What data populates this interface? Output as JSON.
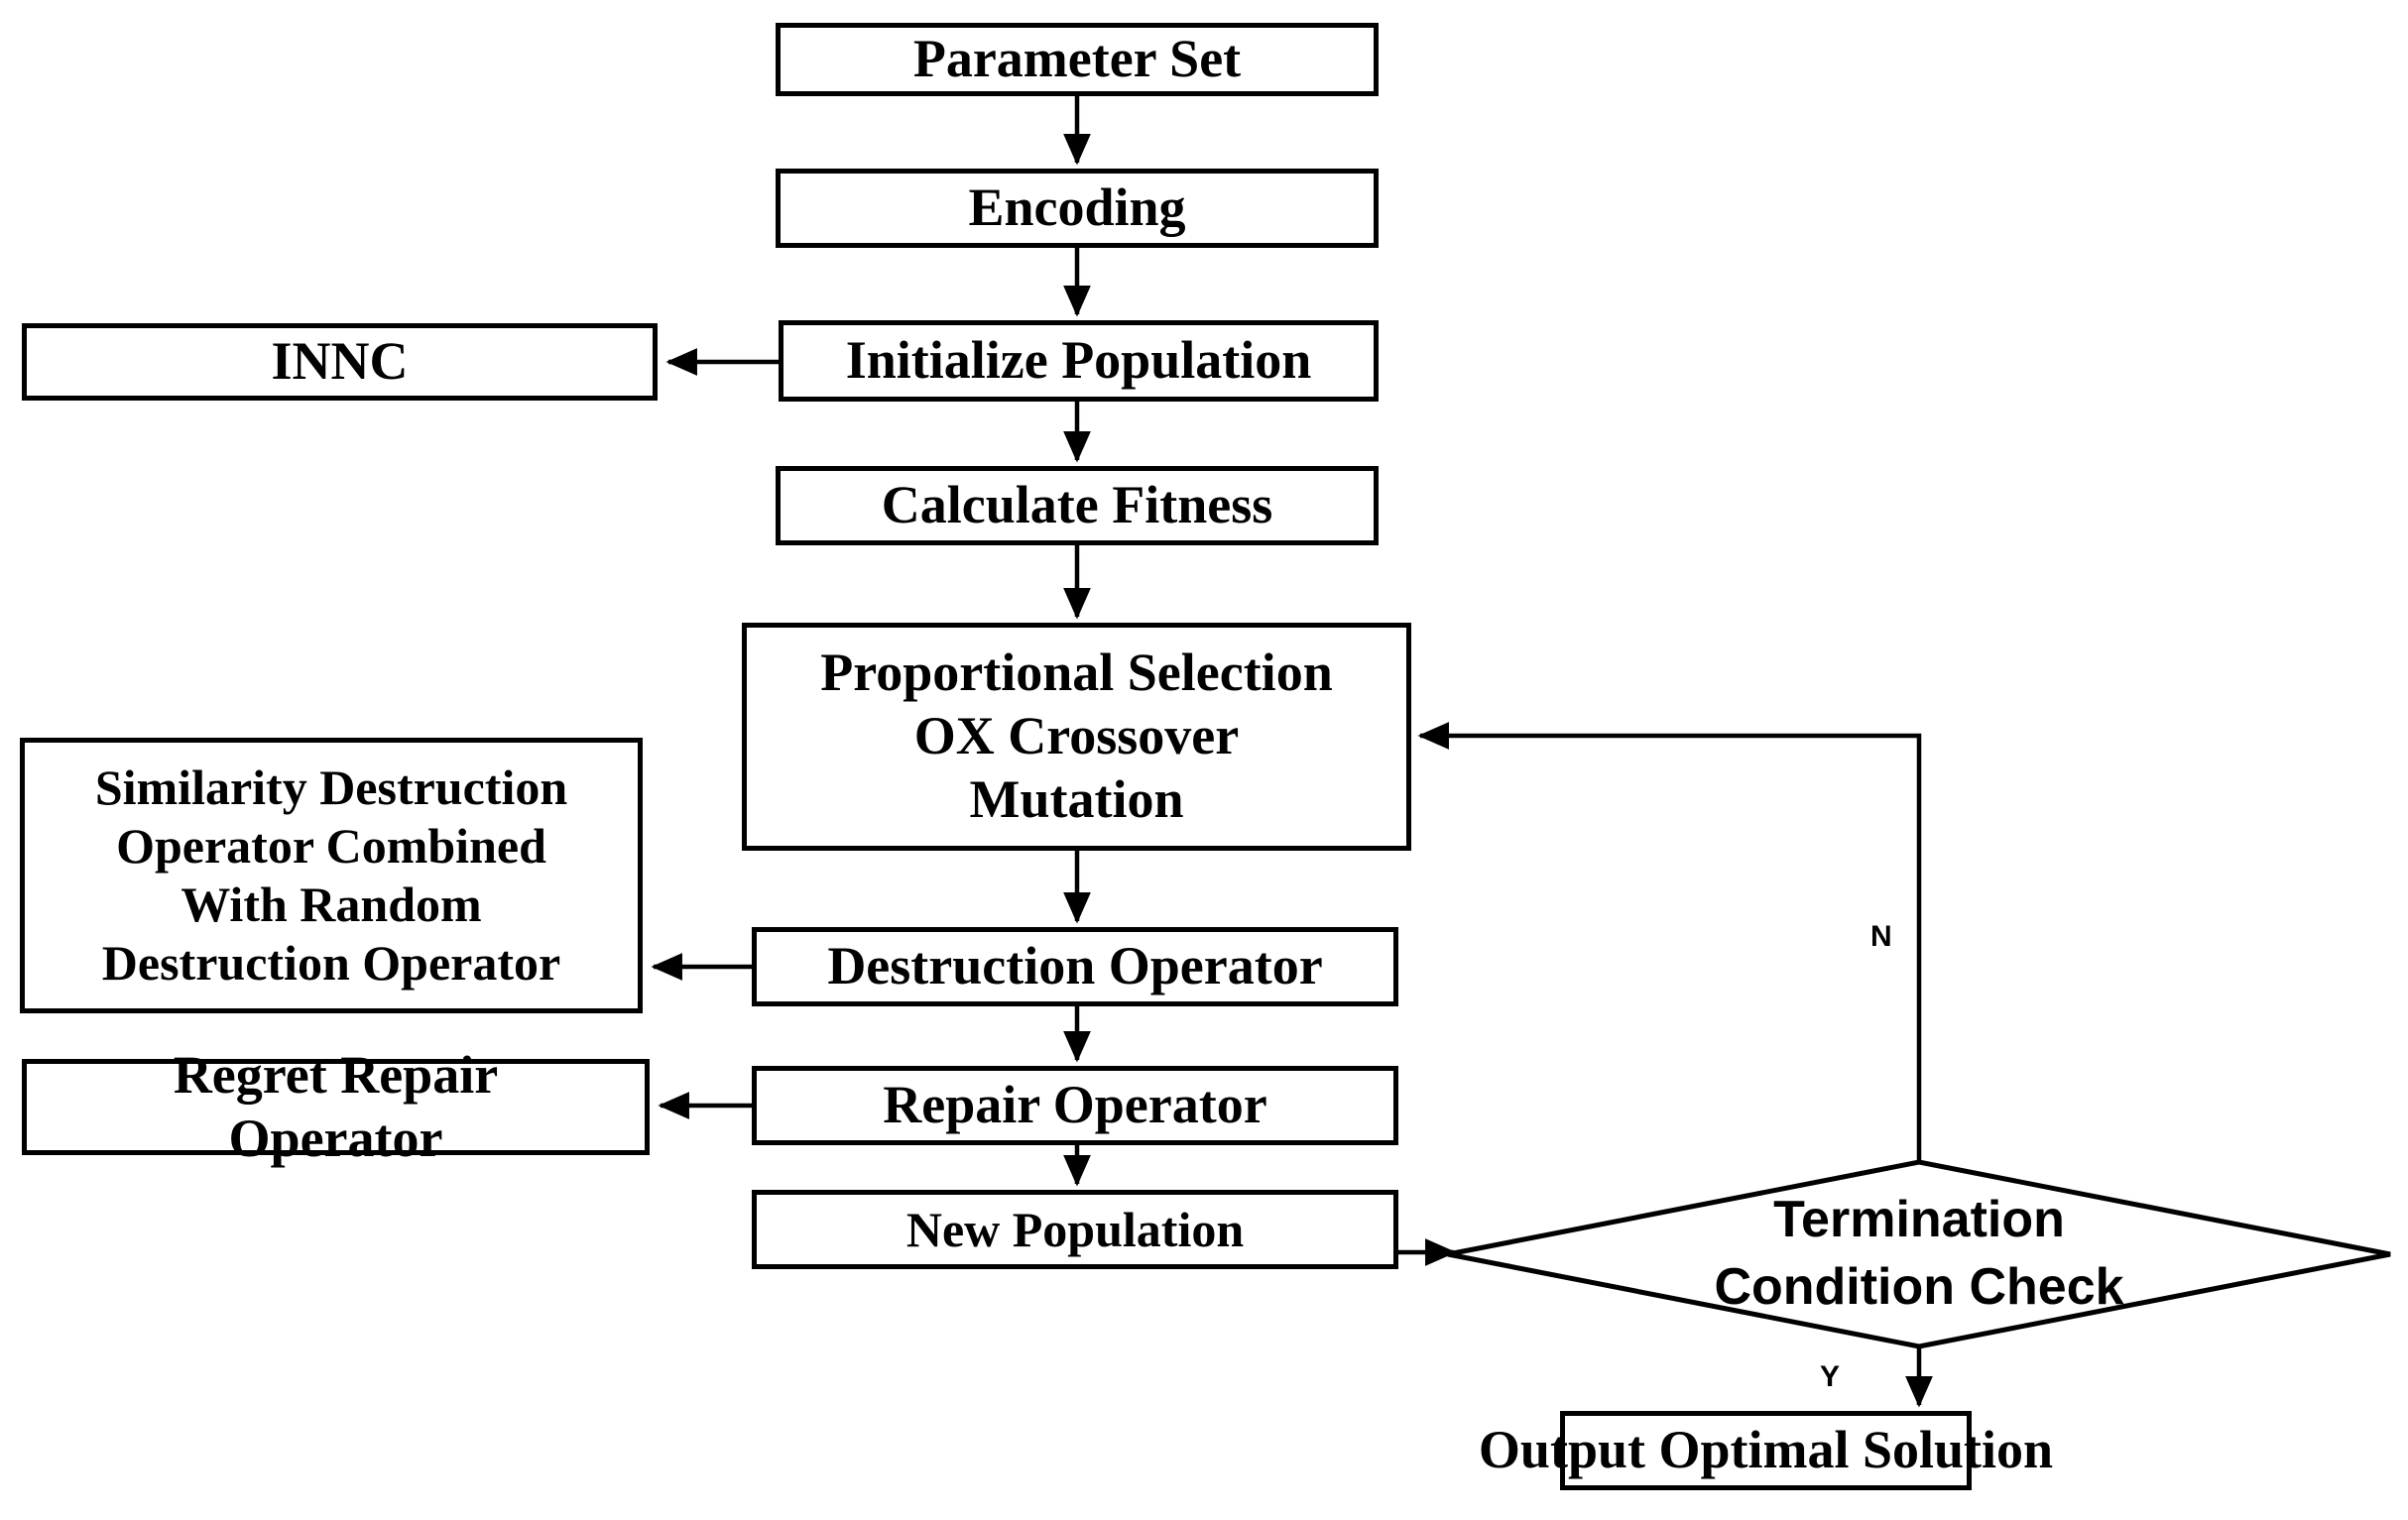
{
  "diagram": {
    "type": "flowchart",
    "title": "Hybrid Genetic Algorithm Flowchart",
    "colors": {
      "background": "#ffffff",
      "stroke": "#000000",
      "node_fill": "#ffffff",
      "text": "#000000"
    },
    "nodes": [
      {
        "id": "parameter-set",
        "shape": "rect",
        "lines": [
          "Parameter Set"
        ]
      },
      {
        "id": "encoding",
        "shape": "rect",
        "lines": [
          "Encoding"
        ]
      },
      {
        "id": "innc",
        "shape": "rect",
        "lines": [
          "INNC"
        ]
      },
      {
        "id": "initialize-population",
        "shape": "rect",
        "lines": [
          "Initialize Population"
        ]
      },
      {
        "id": "calculate-fitness",
        "shape": "rect",
        "lines": [
          "Calculate Fitness"
        ]
      },
      {
        "id": "genetic-operators",
        "shape": "rect",
        "lines": [
          "Proportional Selection",
          "OX Crossover",
          "Mutation"
        ]
      },
      {
        "id": "similarity-destruction",
        "shape": "rect",
        "lines": [
          "Similarity Destruction",
          "Operator Combined",
          "With Random",
          "Destruction Operator"
        ]
      },
      {
        "id": "destruction-operator",
        "shape": "rect",
        "lines": [
          "Destruction Operator"
        ]
      },
      {
        "id": "regret-repair-operator",
        "shape": "rect",
        "lines": [
          "Regret Repair",
          "Operator"
        ]
      },
      {
        "id": "repair-operator",
        "shape": "rect",
        "lines": [
          "Repair Operator"
        ]
      },
      {
        "id": "new-population",
        "shape": "rect",
        "lines": [
          "New Population"
        ]
      },
      {
        "id": "termination-check",
        "shape": "diamond",
        "lines": [
          "Termination",
          "Condition Check"
        ]
      },
      {
        "id": "output-optimal",
        "shape": "rect",
        "lines": [
          "Output Optimal Solution"
        ]
      }
    ],
    "edge_labels": {
      "no": "N",
      "yes": "Y"
    },
    "edges": [
      {
        "from": "parameter-set",
        "to": "encoding",
        "label": ""
      },
      {
        "from": "encoding",
        "to": "initialize-population",
        "label": ""
      },
      {
        "from": "initialize-population",
        "to": "innc",
        "label": ""
      },
      {
        "from": "initialize-population",
        "to": "calculate-fitness",
        "label": ""
      },
      {
        "from": "calculate-fitness",
        "to": "genetic-operators",
        "label": ""
      },
      {
        "from": "genetic-operators",
        "to": "destruction-operator",
        "label": ""
      },
      {
        "from": "destruction-operator",
        "to": "similarity-destruction",
        "label": ""
      },
      {
        "from": "destruction-operator",
        "to": "repair-operator",
        "label": ""
      },
      {
        "from": "repair-operator",
        "to": "regret-repair-operator",
        "label": ""
      },
      {
        "from": "repair-operator",
        "to": "new-population",
        "label": ""
      },
      {
        "from": "new-population",
        "to": "termination-check",
        "label": ""
      },
      {
        "from": "termination-check",
        "to": "genetic-operators",
        "label": "N"
      },
      {
        "from": "termination-check",
        "to": "output-optimal",
        "label": "Y"
      }
    ]
  },
  "nodes": {
    "parameter_set": {
      "l0": "Parameter Set"
    },
    "encoding": {
      "l0": "Encoding"
    },
    "innc": {
      "l0": "INNC"
    },
    "initialize_population": {
      "l0": "Initialize Population"
    },
    "calculate_fitness": {
      "l0": "Calculate Fitness"
    },
    "genetic_operators": {
      "l0": "Proportional Selection",
      "l1": "OX Crossover",
      "l2": "Mutation"
    },
    "similarity_destruction": {
      "l0": "Similarity Destruction",
      "l1": "Operator Combined",
      "l2": "With Random",
      "l3": "Destruction Operator"
    },
    "destruction_operator": {
      "l0": "Destruction Operator"
    },
    "regret_repair_operator": {
      "l0": "Regret Repair",
      "l1": "Operator"
    },
    "repair_operator": {
      "l0": "Repair Operator"
    },
    "new_population": {
      "l0": "New Population"
    },
    "termination_check": {
      "l0": "Termination",
      "l1": "Condition Check"
    },
    "output_optimal": {
      "l0": "Output Optimal Solution"
    }
  },
  "labels": {
    "no": "N",
    "yes": "Y"
  }
}
